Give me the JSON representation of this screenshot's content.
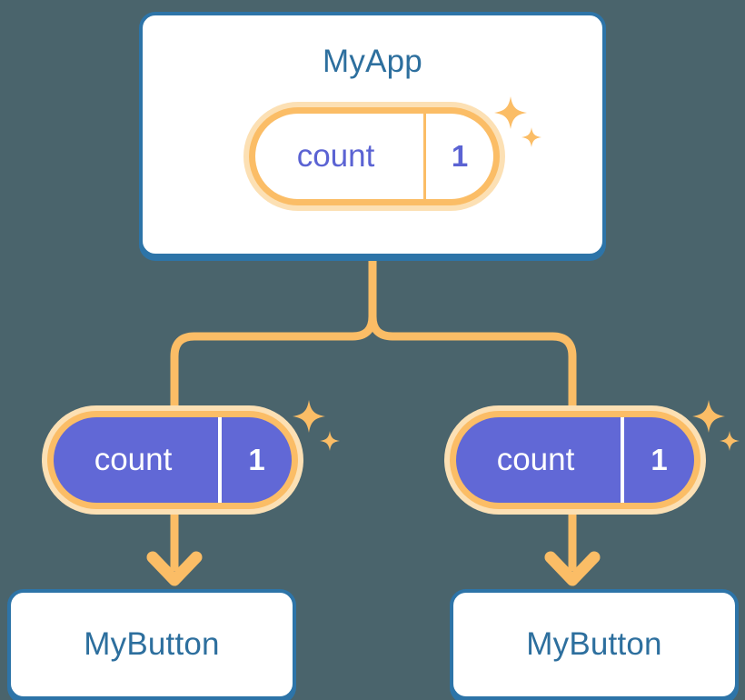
{
  "diagram": {
    "background_color": "#4a646c",
    "accent_colors": {
      "card_border": "#2d74a8",
      "card_title": "#2d6f9e",
      "pill_ring": "#fbbd66",
      "pill_glow": "#fce0b4",
      "pill_fill": "#6168d6",
      "state_text": "#5b63d3",
      "connector": "#fbbd66"
    }
  },
  "app": {
    "title": "MyApp",
    "state": {
      "key": "count",
      "value": "1"
    }
  },
  "buttons": [
    {
      "title": "MyButton",
      "state": {
        "key": "count",
        "value": "1"
      }
    },
    {
      "title": "MyButton",
      "state": {
        "key": "count",
        "value": "1"
      }
    }
  ],
  "icons": {
    "sparkle_large": "sparkle-icon",
    "sparkle_small": "sparkle-icon"
  }
}
